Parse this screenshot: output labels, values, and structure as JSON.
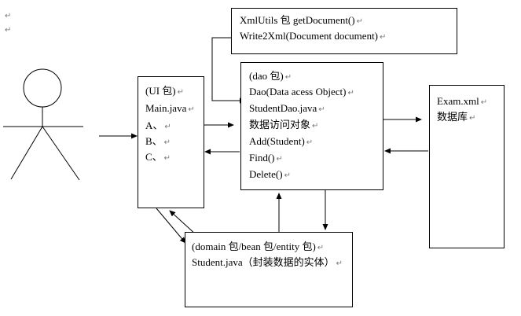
{
  "paragraph_mark": "↵",
  "xml_utils_box": {
    "line1": "XmlUtils 包  getDocument()",
    "line2": "Write2Xml(Document document)"
  },
  "ui_box": {
    "title": "(UI 包)",
    "main": "Main.java",
    "items": [
      "A、",
      "B、",
      "C、"
    ]
  },
  "dao_box": {
    "title": "(dao 包)",
    "desc": "Dao(Data acess Object)",
    "cls": "StudentDao.java",
    "zh": "数据访问对象",
    "methods": [
      "Add(Student)",
      "Find()",
      "Delete()"
    ]
  },
  "exam_box": {
    "file": "Exam.xml",
    "zh": "数据库"
  },
  "domain_box": {
    "title": "(domain 包/bean 包/entity 包)",
    "cls": "Student.java（封装数据的实体）"
  }
}
